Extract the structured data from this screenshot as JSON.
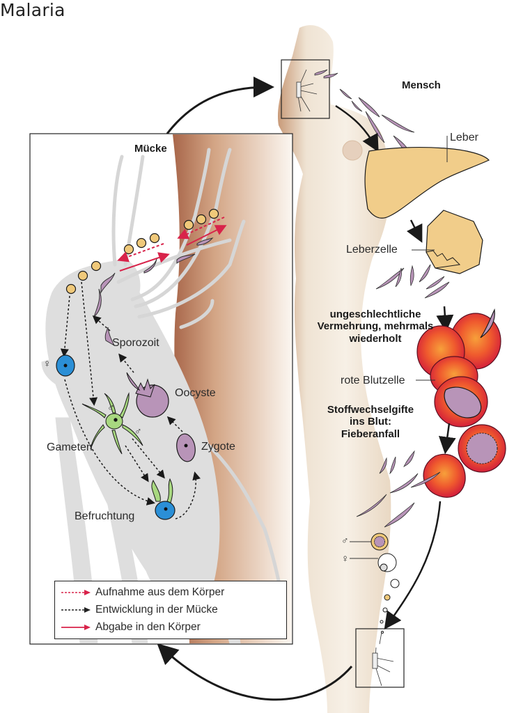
{
  "title": "Malaria",
  "mosquito_panel": {
    "heading": "Mücke",
    "stages": {
      "sporozoite": "Sporozoit",
      "oocyst": "Oocyste",
      "zygote": "Zygote",
      "gametes": "Gameten",
      "fertilization": "Befruchtung"
    },
    "symbols": {
      "female": "♀",
      "male": "♂"
    }
  },
  "human_panel": {
    "heading": "Mensch",
    "labels": {
      "liver": "Leber",
      "liver_cell": "Leberzelle",
      "asexual_reproduction": "ungeschlechtliche\nVermehrung, mehrmals\nwiederholt",
      "red_blood_cell": "rote Blutzelle",
      "toxins": "Stoffwechselgifte\nins Blut:\nFieberanfall"
    },
    "symbols": {
      "male": "♂",
      "female": "♀"
    }
  },
  "legend": {
    "items": [
      {
        "label": "Aufnahme aus dem Körper",
        "style": "dashed",
        "color": "#d8234a"
      },
      {
        "label": "Entwicklung in der Mücke",
        "style": "dashed",
        "color": "#222222"
      },
      {
        "label": "Abgabe in den Körper",
        "style": "solid",
        "color": "#d8234a"
      }
    ]
  },
  "colors": {
    "parasite": "#b894b8",
    "gametocyte_yellow": "#f0c97a",
    "liver": "#f1cd8a",
    "blood_cell_outer": "#e0302a",
    "blood_cell_inner": "#f49a3a",
    "female_cell": "#2b8fd6",
    "male_gamete": "#a8d880",
    "mosquito_body": "#e0e0e0",
    "skin_dark": "#a8664a",
    "accent_red": "#d8234a"
  }
}
